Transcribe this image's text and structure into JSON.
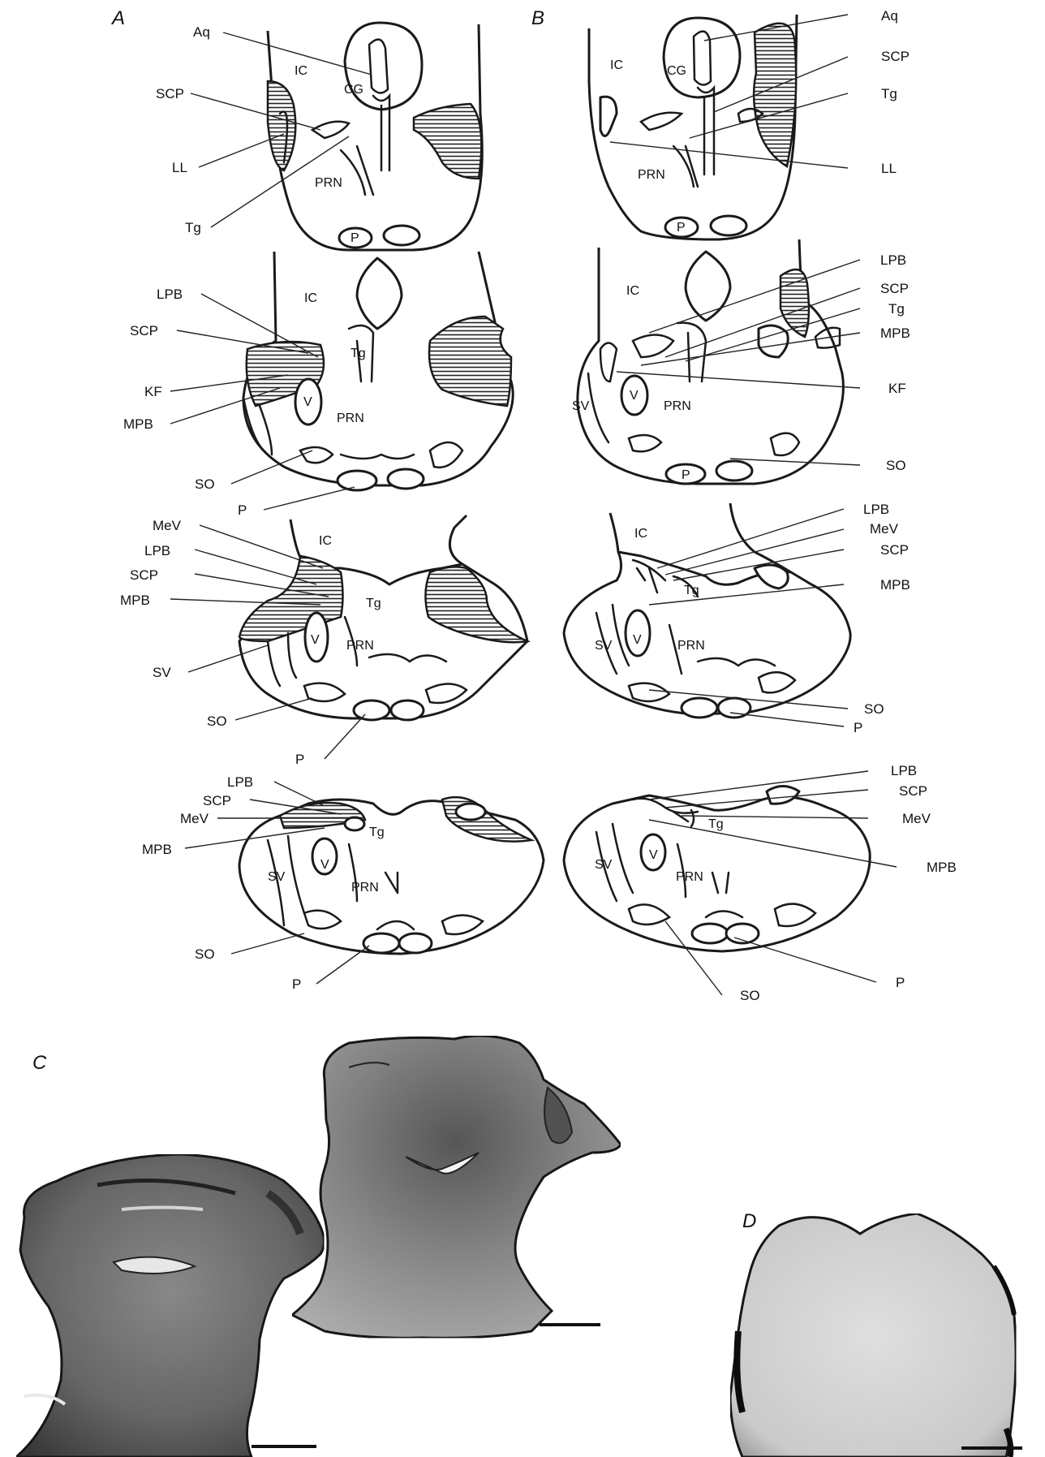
{
  "panels": {
    "a": "A",
    "b": "B",
    "c": "C",
    "d": "D"
  },
  "labels": {
    "row1_A": [
      "Aq",
      "SCP",
      "LL",
      "Tg"
    ],
    "row1_B": [
      "Aq",
      "SCP",
      "Tg",
      "LL"
    ],
    "row2_A": [
      "LPB",
      "SCP",
      "KF",
      "MPB",
      "SO",
      "P"
    ],
    "row2_B": [
      "LPB",
      "SCP",
      "Tg",
      "MPB",
      "KF",
      "SO"
    ],
    "row3_A": [
      "MeV",
      "LPB",
      "SCP",
      "MPB",
      "SV",
      "SO",
      "P"
    ],
    "row3_B": [
      "LPB",
      "MeV",
      "SCP",
      "MPB",
      "SO",
      "P"
    ],
    "row4_A": [
      "LPB",
      "SCP",
      "MeV",
      "MPB",
      "SO",
      "P"
    ],
    "row4_B": [
      "LPB",
      "SCP",
      "MeV",
      "MPB",
      "P",
      "SO"
    ]
  },
  "inner": {
    "ic": "IC",
    "cg": "CG",
    "prn": "PRN",
    "p": "P",
    "tg": "Tg",
    "v": "V",
    "sv": "SV"
  }
}
